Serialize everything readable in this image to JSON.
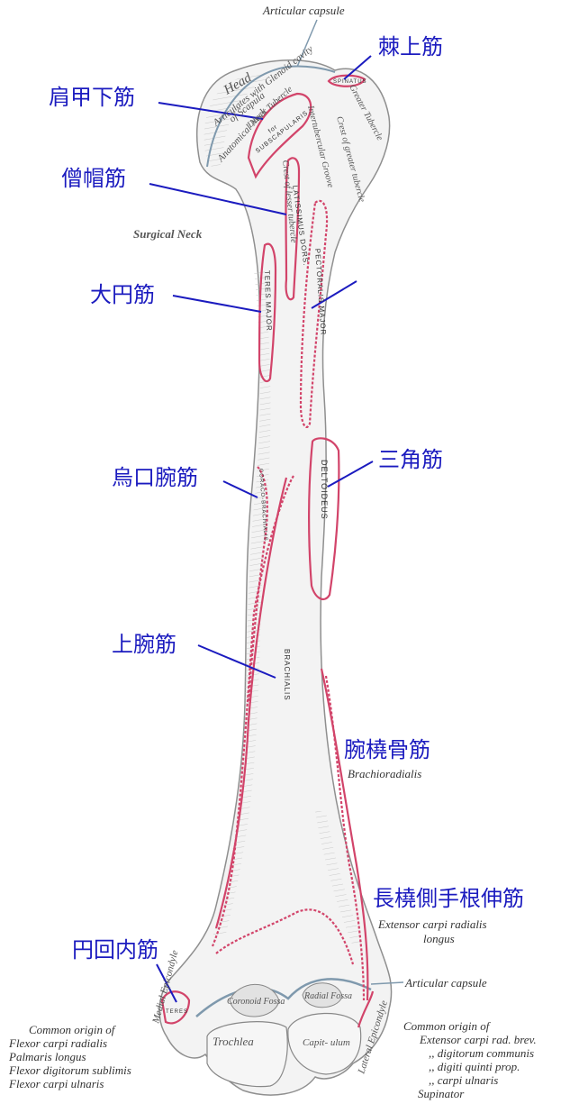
{
  "colors": {
    "label_blue": "#1b1bbf",
    "muscle_outline": "#d2446a",
    "bone_shade": "#e9e9e9",
    "bone_line": "#9a9a9a",
    "capsule_line": "#6a8fa8"
  },
  "labels_ja": {
    "supraspinatus": "棘上筋",
    "subscapularis": "肩甲下筋",
    "latissimus": "僧帽筋",
    "teres_major": "大円筋",
    "coracobrachialis": "烏口腕筋",
    "deltoid": "三角筋",
    "brachialis": "上腕筋",
    "brachioradialis": "腕橈骨筋",
    "ecrl": "長橈側手根伸筋",
    "pronator_teres": "円回内筋"
  },
  "labels_en": {
    "articular_capsule_top": "Articular capsule",
    "surgical_neck": "Surgical Neck",
    "brachioradialis": "Brachioradialis",
    "ecrl_1": "Extensor carpi radialis",
    "ecrl_2": "longus",
    "articular_capsule_bottom": "Articular capsule",
    "common_origin_flexor": [
      "Common origin of",
      "Flexor carpi radialis",
      "Palmaris longus",
      "Flexor digitorum sublimis",
      "Flexor carpi ulnaris"
    ],
    "common_origin_extensor": [
      "Common origin of",
      "Extensor carpi rad. brev.",
      ",,   digitorum communis",
      ",,   digiti quinti prop.",
      ",,   carpi ulnaris",
      "Supinator"
    ]
  },
  "bone_text": {
    "head": "Head",
    "glenoid": "Articulates with Glenoid cavity",
    "of_scapula": "of Scapula",
    "anatomical_neck": "Anatomical Neck",
    "lesser_tubercle": "Lesser Tubercle",
    "greater_tubercle": "Greater Tubercle",
    "crest_greater": "Crest of greater tubercle",
    "bicipital_groove": "Intertubercular Groove",
    "crest_lesser": "Crest of lesser tubercle",
    "coronoid_fossa": "Coronoid Fossa",
    "radial_fossa": "Radial Fossa",
    "trochlea": "Trochlea",
    "capitulum": "Capit- ulum",
    "medial_epicondyle": "Medial Epicondyle",
    "lateral_epicondyle": "Lateral Epicondyle"
  },
  "muscle_caps": {
    "supraspinatus": "SPINATUS",
    "subscapularis_1": "for",
    "subscapularis_2": "SUBSCAPULARIS",
    "latissimus": "LATISSIMUS DORS.",
    "pectoralis": "PECTORALIS MAJOR",
    "teres_major": "TERES MAJOR",
    "deltoid": "DELTOIDEUS",
    "coracobrachialis": "CORACO-BRACHIALIS",
    "brachialis": "BRACHIALIS",
    "pronator_teres": "TERES"
  }
}
